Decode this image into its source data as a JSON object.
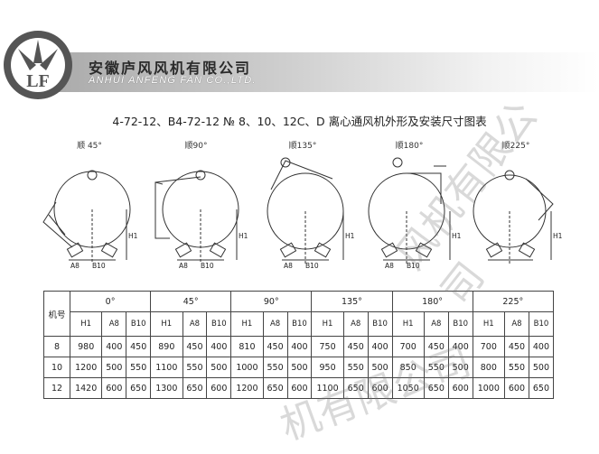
{
  "header": {
    "company_cn": "安徽庐风风机有限公司",
    "company_en": "ANHUI ANFENG FAN CO.,LTD.",
    "logo_text": "LF"
  },
  "title": "4-72-12、B4-72-12 № 8、10、12C、D 离心通风机外形及安装尺寸图表",
  "figures": [
    {
      "label": "顺 45°",
      "h": "H1",
      "a": "A8",
      "b": "B10"
    },
    {
      "label": "顺90°",
      "h": "H1",
      "a": "A8",
      "b": "B10"
    },
    {
      "label": "顺135°",
      "h": "H1",
      "a": "A8",
      "b": "B10"
    },
    {
      "label": "顺180°",
      "h": "H1",
      "a": "A8",
      "b": "B10"
    },
    {
      "label": "顺225°",
      "h": "H1",
      "a": "A8",
      "b": "B10"
    }
  ],
  "table": {
    "machine_header": "机号",
    "angles": [
      "0°",
      "45°",
      "90°",
      "135°",
      "180°",
      "225°"
    ],
    "sub_headers": [
      "H1",
      "A8",
      "B10"
    ],
    "rows": [
      {
        "no": "8",
        "values": [
          "980",
          "400",
          "450",
          "890",
          "450",
          "400",
          "810",
          "450",
          "400",
          "750",
          "450",
          "400",
          "700",
          "450",
          "400",
          "700",
          "450",
          "400"
        ]
      },
      {
        "no": "10",
        "values": [
          "1200",
          "500",
          "550",
          "1100",
          "550",
          "500",
          "1000",
          "550",
          "500",
          "950",
          "550",
          "500",
          "850",
          "550",
          "500",
          "800",
          "550",
          "500"
        ]
      },
      {
        "no": "12",
        "values": [
          "1420",
          "600",
          "650",
          "1300",
          "650",
          "600",
          "1200",
          "650",
          "600",
          "1100",
          "650",
          "600",
          "1050",
          "650",
          "600",
          "1000",
          "600",
          "650"
        ]
      }
    ]
  },
  "watermark": {
    "text1": "风机有限公司",
    "text2": "机有限公司"
  }
}
